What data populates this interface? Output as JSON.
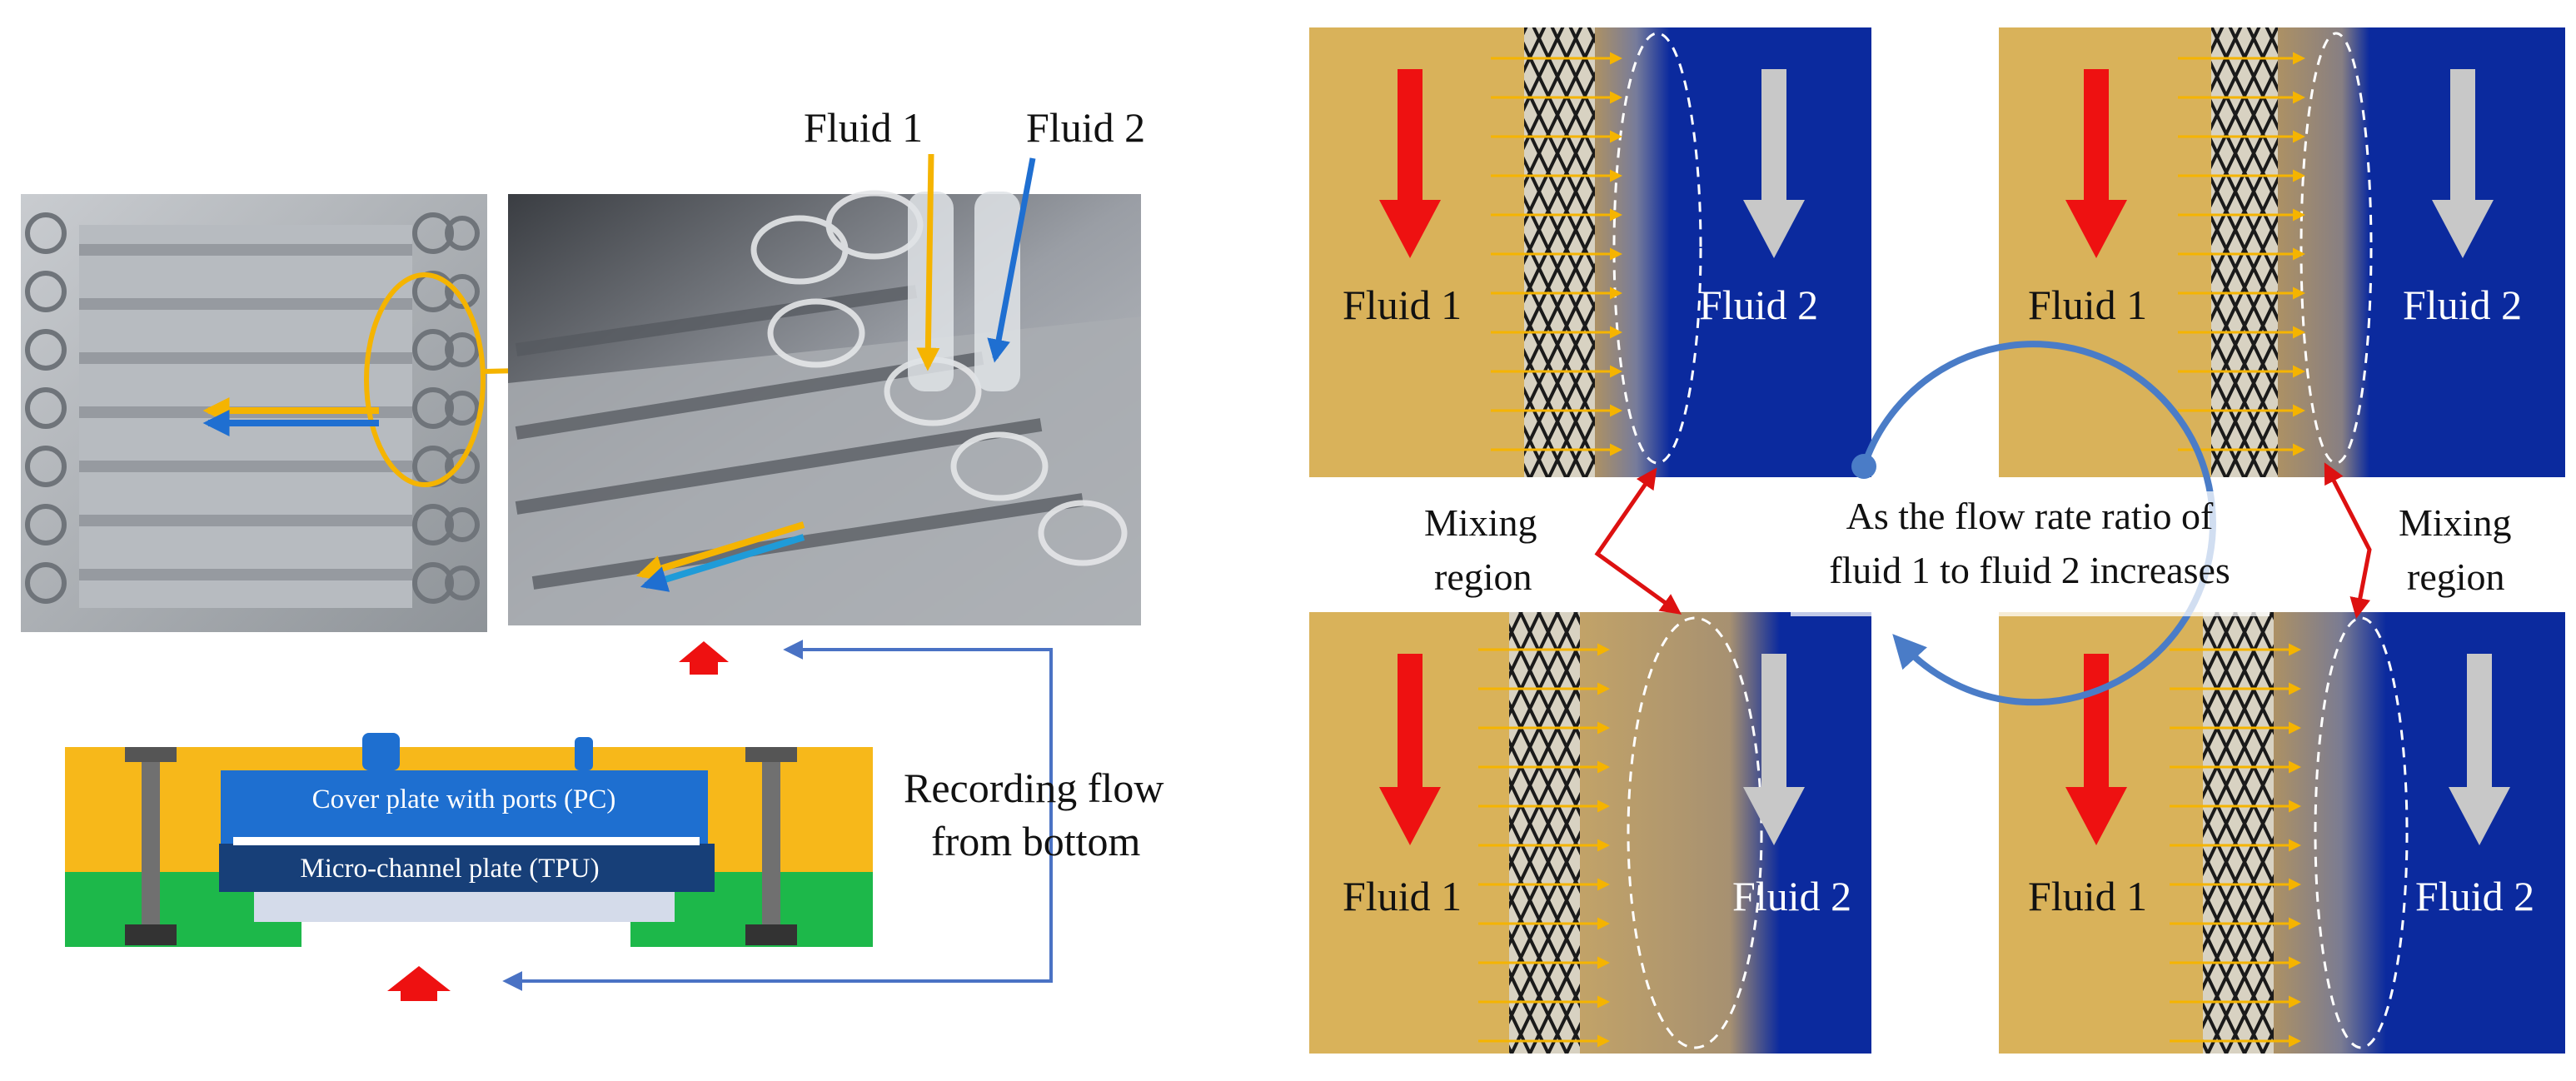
{
  "left": {
    "photo_labels": {
      "fluid1": "Fluid 1",
      "fluid2": "Fluid 2"
    },
    "cross_section": {
      "cover_plate": "Cover plate with ports (PC)",
      "micro_channel": "Micro-channel plate (TPU)"
    },
    "recording": {
      "line1": "Recording flow",
      "line2": "from bottom"
    }
  },
  "right": {
    "panels": [
      {
        "fluid1": "Fluid 1",
        "fluid2": "Fluid 2"
      },
      {
        "fluid1": "Fluid 1",
        "fluid2": "Fluid 2"
      },
      {
        "fluid1": "Fluid 1",
        "fluid2": "Fluid 2"
      },
      {
        "fluid1": "Fluid 1",
        "fluid2": "Fluid 2"
      }
    ],
    "mixing_left": {
      "line1": "Mixing",
      "line2": "region"
    },
    "mixing_right": {
      "line1": "Mixing",
      "line2": "region"
    },
    "center_note": {
      "line1": "As the flow rate ratio of",
      "line2": "fluid 1 to fluid 2 increases"
    }
  },
  "colors": {
    "fluid1_yellow": "#f5b400",
    "fluid2_blue": "#1f6fd1",
    "red_arrow": "#ee1111",
    "grey_arrow": "#c8c8c8",
    "cycle_blue": "#4a7cc7",
    "panel_blue": "#0b2a9e",
    "panel_yellow": "#d9b25a",
    "frame_yellow": "#f7b81a",
    "frame_green": "#1db84a",
    "cover_blue": "#1e6fd0",
    "tpu_navy": "#173f78",
    "recording_line": "#4a72c4"
  },
  "icons": [
    "red-arrow-icon",
    "grey-arrow-icon",
    "cycle-arrow-icon",
    "yellow-flow-arrow-icon",
    "blue-flow-arrow-icon"
  ]
}
